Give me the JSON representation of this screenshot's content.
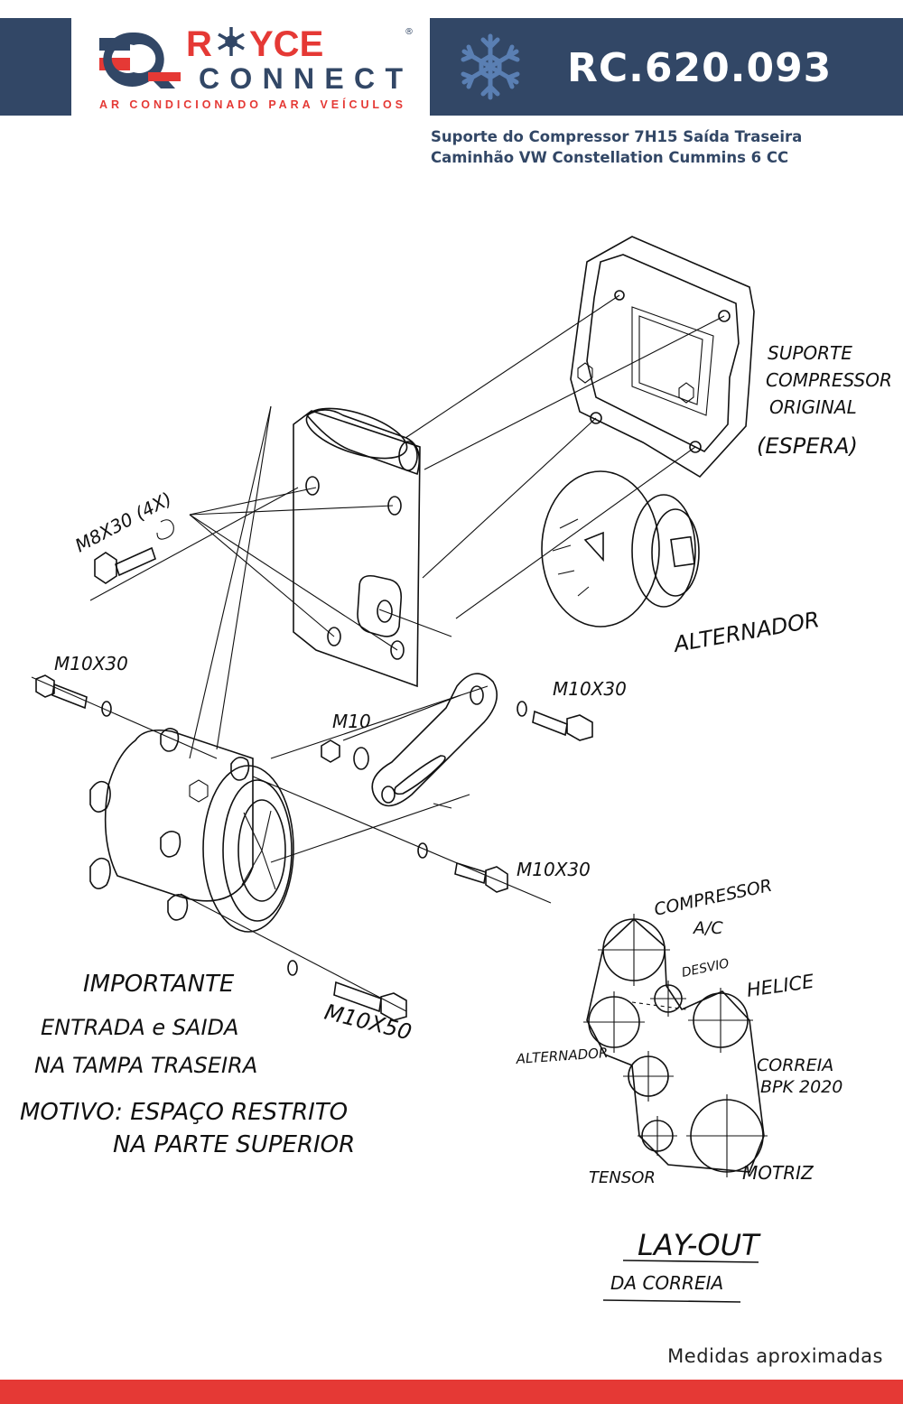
{
  "brand": {
    "name_top": "R",
    "name_top_rest": "YCE",
    "name_bottom": "CONNECT",
    "tagline": "AR CONDICIONADO PARA VEÍCULOS",
    "registered": "®",
    "colors": {
      "navy": "#324766",
      "red": "#e53935"
    }
  },
  "product": {
    "code": "RC.620.093",
    "description_line1": "Suporte do Compressor 7H15 Saída Traseira",
    "description_line2": "Caminhão VW Constellation Cummins 6 CC"
  },
  "drawing": {
    "label_support_1": "SUPORTE",
    "label_support_2": "COMPRESSOR",
    "label_support_3": "ORIGINAL",
    "label_support_4": "(ESPERA)",
    "label_alternator": "ALTERNADOR",
    "bolt_m8": "M8X30 (4X)",
    "bolt_m10_a": "M10X30",
    "bolt_m10_b": "M10X30",
    "bolt_m10_c": "M10X30",
    "nut_m10": "M10",
    "bolt_m10x50": "M10X50",
    "note_1": "IMPORTANTE",
    "note_2": "ENTRADA e SAIDA",
    "note_3": "NA TAMPA TRASEIRA",
    "note_4": "MOTIVO: ESPAÇO RESTRITO",
    "note_5": "NA PARTE SUPERIOR",
    "belt_compressor_1": "COMPRESSOR",
    "belt_compressor_2": "A/C",
    "belt_desvio": "DESVIO",
    "belt_helice": "HELICE",
    "belt_alternador": "ALTERNADOR",
    "belt_correia_1": "CORREIA",
    "belt_correia_2": "BPK 2020",
    "belt_tensor": "TENSOR",
    "belt_motriz": "MOTRIZ",
    "layout_title": "LAY-OUT",
    "layout_subtitle": "DA CORREIA"
  },
  "footer": {
    "note": "Medidas aproximadas"
  }
}
